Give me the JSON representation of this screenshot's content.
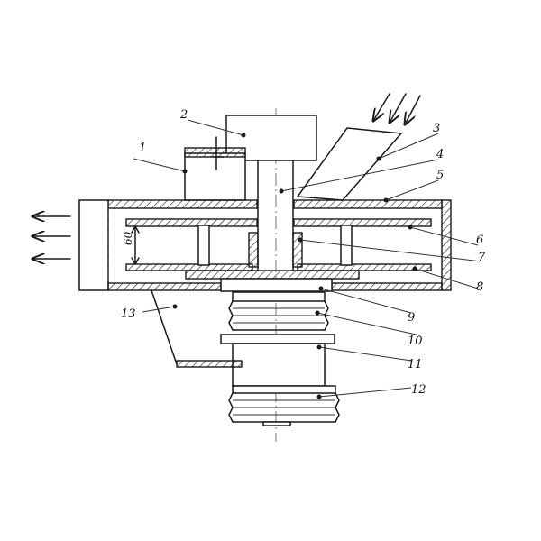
{
  "labels": {
    "l1": "1",
    "l2": "2",
    "l3": "3",
    "l4": "4",
    "l5": "5",
    "l6": "6",
    "l7": "7",
    "l8": "8",
    "l9": "9",
    "l10": "10",
    "l11": "11",
    "l12": "12",
    "l13": "13"
  },
  "dimension": "60"
}
